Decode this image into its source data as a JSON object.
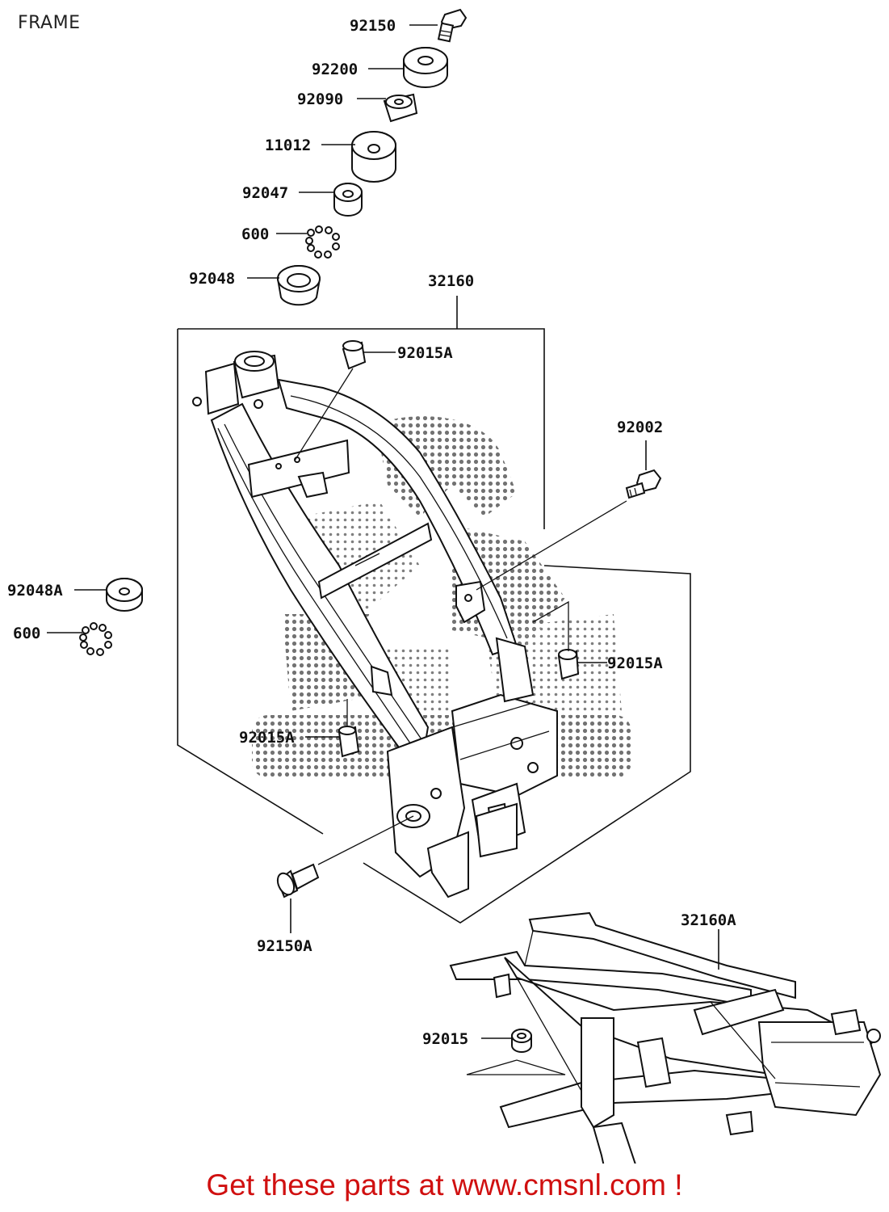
{
  "header": {
    "title": "FRAME"
  },
  "footer": {
    "text": "Get these parts at www.cmsnl.com !",
    "color": "#d01010"
  },
  "callouts": {
    "c92150": "92150",
    "c92200": "92200",
    "c92090": "92090",
    "c11012": "11012",
    "c92047": "92047",
    "c600a": "600",
    "c92048": "92048",
    "c32160": "32160",
    "c92015A_top": "92015A",
    "c92002": "92002",
    "c92048A": "92048A",
    "c600b": "600",
    "c92015A_right": "92015A",
    "c92015A_left": "92015A",
    "c92150A": "92150A",
    "c32160A": "32160A",
    "c92015": "92015"
  },
  "icons": {
    "bolt": "bolt-icon",
    "washer": "washer-icon",
    "bearing": "bearing-icon",
    "frame": "frame-icon"
  }
}
